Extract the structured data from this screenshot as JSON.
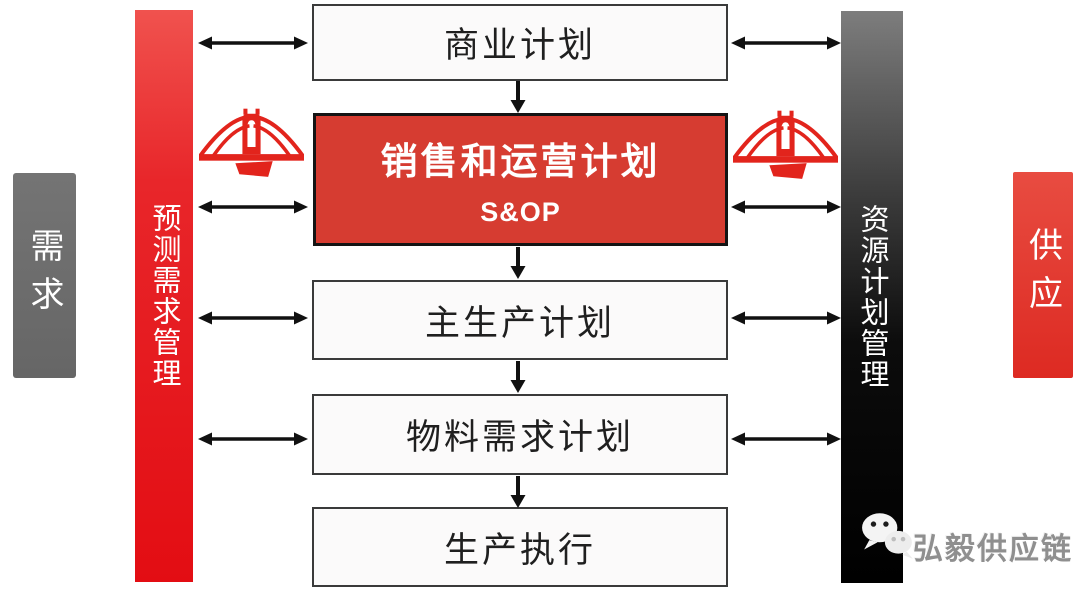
{
  "page": {
    "background": "#ffffff"
  },
  "colors": {
    "sop_box_red": "#d63c31",
    "side_bar_red": "#e30d13",
    "resource_bar_top": "#7d7d7d",
    "resource_bar_bottom": "#000000",
    "demand_bar_gray": "#6a6a6a",
    "supply_bar_red": "#df352b",
    "arrow_black": "#111111",
    "box_fill": "#fbfafa",
    "box_border": "#3a3a3a",
    "bridge_red": "#e2241c",
    "watermark_gray": "#8f8f8f"
  },
  "flow": {
    "boxes": [
      {
        "label": "商业计划",
        "style": "white"
      },
      {
        "label": "销售和运营计划",
        "sublabel": "S&OP",
        "style": "red"
      },
      {
        "label": "主生产计划",
        "style": "white"
      },
      {
        "label": "物料需求计划",
        "style": "white"
      },
      {
        "label": "生产执行",
        "style": "white"
      }
    ]
  },
  "sides": {
    "left_outer": {
      "label": "需求"
    },
    "left_bar": {
      "label": "预测需求管理"
    },
    "right_bar": {
      "label": "资源计划管理"
    },
    "right_outer": {
      "label": "供应"
    }
  },
  "icons": {
    "left_bridge": "bridge-icon",
    "right_bridge": "bridge-icon",
    "wechat": "wechat-icon"
  },
  "watermark": {
    "brand": "弘毅供应链"
  }
}
